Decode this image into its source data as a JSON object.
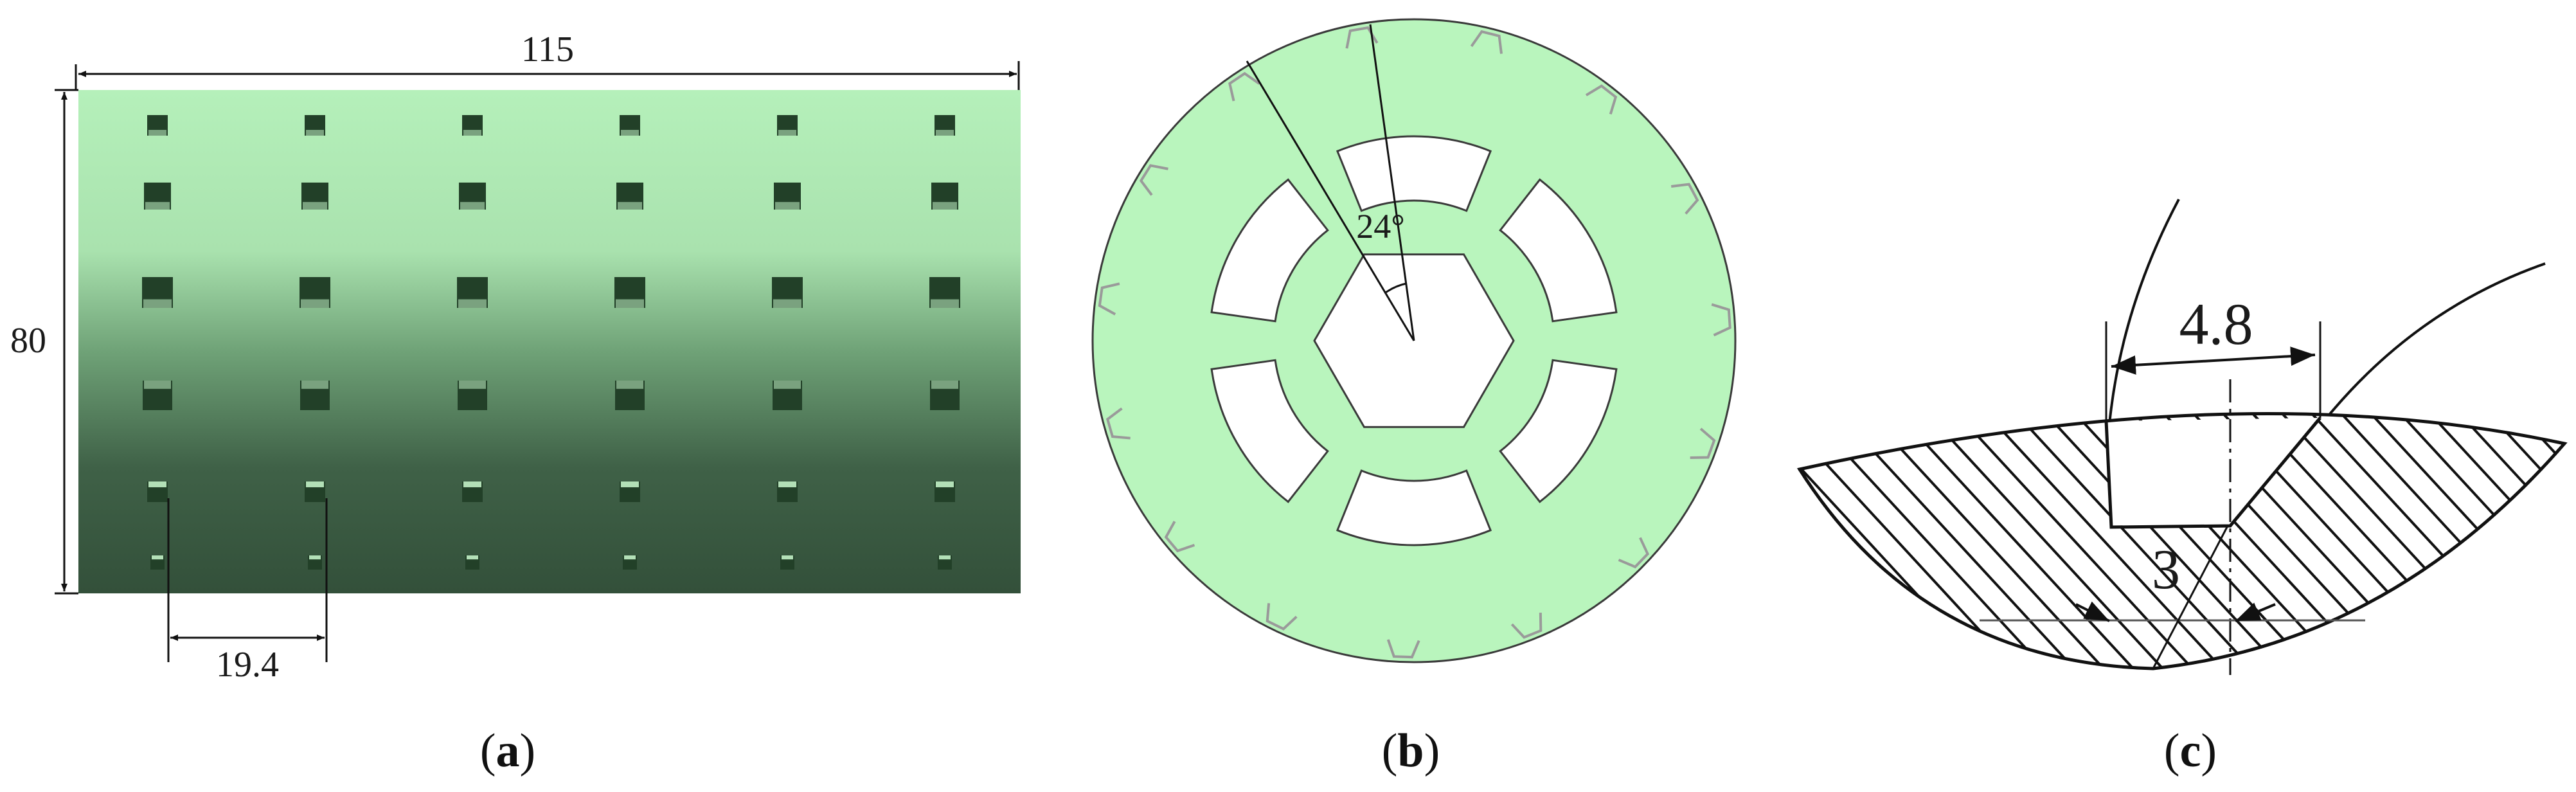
{
  "panel_a": {
    "caption_letter": "a",
    "dim_width": "115",
    "dim_height": "80",
    "dim_pitch": "19.4",
    "colors": {
      "top": "#b5f0ba",
      "mid": "#6fa277",
      "bottom": "#33503a",
      "pocket": "#224028",
      "pocket_light": "#c3f2c6"
    }
  },
  "panel_b": {
    "caption_letter": "b",
    "dim_angle": "24°",
    "colors": {
      "disk": "#b9f5bd",
      "outline": "#3a3a3a",
      "notch": "#9a9a9a"
    }
  },
  "panel_c": {
    "caption_letter": "c",
    "dim_width": "4.8",
    "dim_depth": "3",
    "colors": {
      "line": "#111111"
    }
  }
}
